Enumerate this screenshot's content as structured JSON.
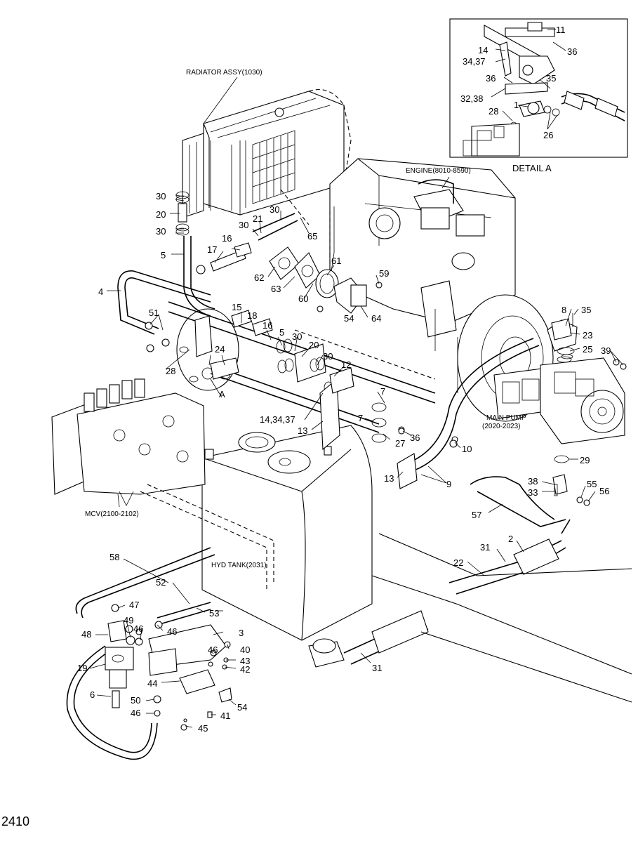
{
  "captions": {
    "radiator": "RADIATOR ASSY(1030)",
    "engine": "ENGINE(8010-8590)",
    "main_pump_1": "MAIN PUMP",
    "main_pump_2": "(2020-2023)",
    "mcv": "MCV(2100-2102)",
    "hyd_tank": "HYD TANK(2031)",
    "detail": "DETAIL A",
    "section_a": "A"
  },
  "page_number": "2410",
  "callouts": {
    "c1": "1",
    "c2": "2",
    "c3": "3",
    "c4": "4",
    "c5a": "5",
    "c5b": "5",
    "c6": "6",
    "c7a": "7",
    "c7b": "7",
    "c8": "8",
    "c9": "9",
    "c10": "10",
    "c11": "11",
    "c12": "12",
    "c13a": "13",
    "c13b": "13",
    "c14": "14",
    "c14_34_37": "14,34,37",
    "c34_37": "34,37",
    "c15": "15",
    "c16a": "16",
    "c16b": "16",
    "c17": "17",
    "c18": "18",
    "c19": "19",
    "c20a": "20",
    "c20b": "20",
    "c21": "21",
    "c22": "22",
    "c23": "23",
    "c24": "24",
    "c25": "25",
    "c26": "26",
    "c27": "27",
    "c28a": "28",
    "c28b": "28",
    "c29": "29",
    "c30a": "30",
    "c30b": "30",
    "c30c": "30",
    "c30d": "30",
    "c30e": "30",
    "c30f": "30",
    "c31a": "31",
    "c31b": "31",
    "c32_38": "32,38",
    "c33": "33",
    "c35a": "35",
    "c35b": "35",
    "c36a": "36",
    "c36b": "36",
    "c36c": "36",
    "c38": "38",
    "c39": "39",
    "c40": "40",
    "c41": "41",
    "c42": "42",
    "c43": "43",
    "c44": "44",
    "c45": "45",
    "c46a": "46",
    "c46b": "46",
    "c46c": "46",
    "c46d": "46",
    "c47": "47",
    "c48": "48",
    "c49": "49",
    "c50": "50",
    "c51": "51",
    "c52": "52",
    "c53": "53",
    "c54a": "54",
    "c54b": "54",
    "c55": "55",
    "c56": "56",
    "c57": "57",
    "c58": "58",
    "c59": "59",
    "c60": "60",
    "c61": "61",
    "c62": "62",
    "c63": "63",
    "c64": "64",
    "c65": "65"
  }
}
